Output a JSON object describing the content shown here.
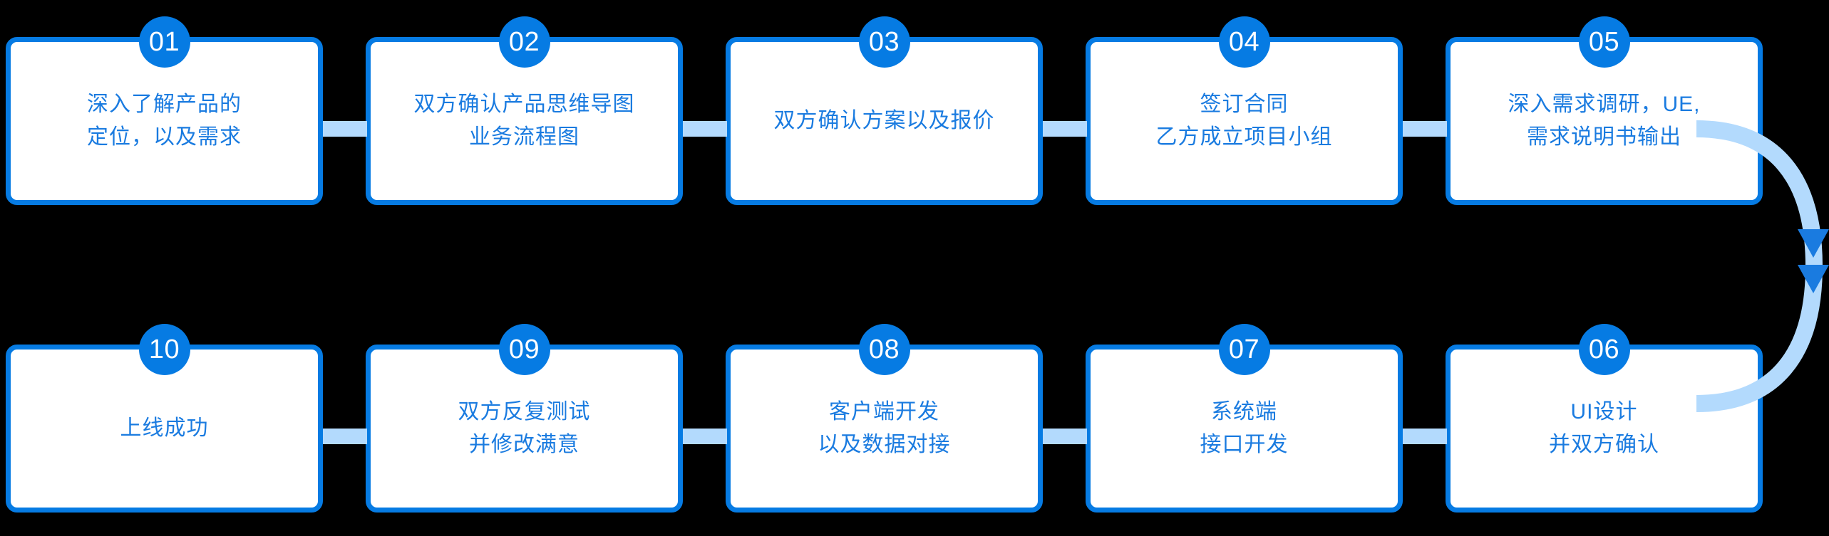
{
  "meta": {
    "title": "项目合作流程图",
    "background_color": "#000000",
    "accent_color": "#067BE3",
    "text_color": "#1A7BE0",
    "connector_color": "#B3DAFD",
    "card_fill": "#FFFFFF"
  },
  "rows": {
    "top": {
      "direction": "left-to-right",
      "cards": [
        {
          "number": "01",
          "text": "深入了解产品的\n定位，以及需求"
        },
        {
          "number": "02",
          "text": "双方确认产品思维导图\n业务流程图"
        },
        {
          "number": "03",
          "text": "双方确认方案以及报价"
        },
        {
          "number": "04",
          "text": "签订合同\n乙方成立项目小组"
        },
        {
          "number": "05",
          "text": "深入需求调研，UE,\n需求说明书输出"
        }
      ]
    },
    "bottom": {
      "direction": "right-to-left",
      "cards": [
        {
          "number": "10",
          "text": "上线成功"
        },
        {
          "number": "09",
          "text": "双方反复测试\n并修改满意"
        },
        {
          "number": "08",
          "text": "客户端开发\n以及数据对接"
        },
        {
          "number": "07",
          "text": "系统端\n接口开发"
        },
        {
          "number": "06",
          "text": "UI设计\n并双方确认"
        }
      ]
    }
  },
  "connectors": {
    "top_count": 4,
    "bottom_count": 4,
    "wrap_arrow": {
      "name": "wrap-around-arrow",
      "from": "05",
      "to": "06",
      "arrowheads": 2,
      "direction": "down",
      "stroke_color": "#B3DAFD",
      "arrowhead_color": "#1A7BE0"
    }
  }
}
